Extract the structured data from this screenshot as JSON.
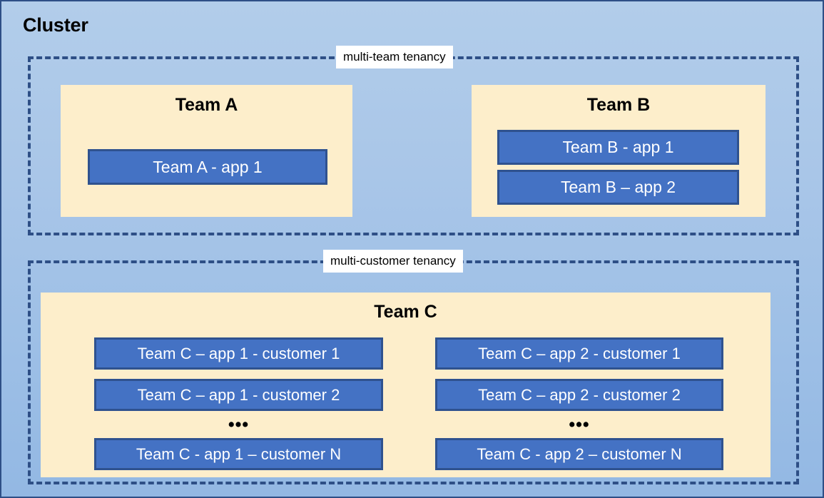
{
  "diagram": {
    "title": "Cluster",
    "colors": {
      "background_blue": "#a9c6e8",
      "outer_border": "#2e4f86",
      "dashed_border": "#2e4f86",
      "team_box_cream": "#fdeecb",
      "app_box_blue": "#4472c4",
      "app_box_border": "#2f528f",
      "app_text": "#ffffff",
      "label_background": "#ffffff",
      "text_black": "#000000"
    },
    "groups": [
      {
        "id": "multi-team",
        "label": "multi-team tenancy",
        "teams": [
          {
            "id": "team-a",
            "title": "Team A",
            "apps": [
              {
                "label": "Team A - app 1"
              }
            ]
          },
          {
            "id": "team-b",
            "title": "Team B",
            "apps": [
              {
                "label": "Team B - app 1"
              },
              {
                "label": "Team B – app 2"
              }
            ]
          }
        ]
      },
      {
        "id": "multi-customer",
        "label": "multi-customer tenancy",
        "teams": [
          {
            "id": "team-c",
            "title": "Team C",
            "columns": [
              {
                "id": "app-1",
                "apps": [
                  {
                    "label": "Team C – app 1 - customer 1"
                  },
                  {
                    "label": "Team C – app 1 - customer 2"
                  },
                  {
                    "label": "Team C - app 1 – customer N"
                  }
                ],
                "ellipsis": "•••"
              },
              {
                "id": "app-2",
                "apps": [
                  {
                    "label": "Team C – app 2 - customer 1"
                  },
                  {
                    "label": "Team C – app 2 - customer 2"
                  },
                  {
                    "label": "Team C - app 2 – customer N"
                  }
                ],
                "ellipsis": "•••"
              }
            ]
          }
        ]
      }
    ]
  }
}
